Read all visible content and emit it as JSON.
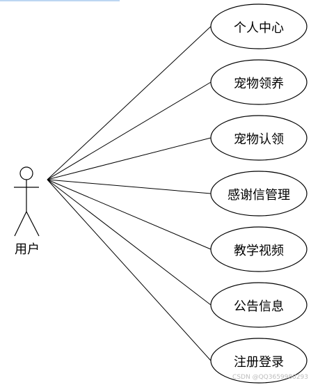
{
  "actor": {
    "label": "用户",
    "icon": "stick-figure-icon"
  },
  "use_cases": [
    {
      "label": "个人中心"
    },
    {
      "label": "宠物领养"
    },
    {
      "label": "宠物认领"
    },
    {
      "label": "感谢信管理"
    },
    {
      "label": "教学视频"
    },
    {
      "label": "公告信息"
    },
    {
      "label": "注册登录"
    }
  ],
  "watermark": "CSDN @QQ3659980293",
  "colors": {
    "line": "#000000",
    "background": "#ffffff",
    "topbar": "#bcd6f2",
    "watermark": "#bdbdbd"
  }
}
